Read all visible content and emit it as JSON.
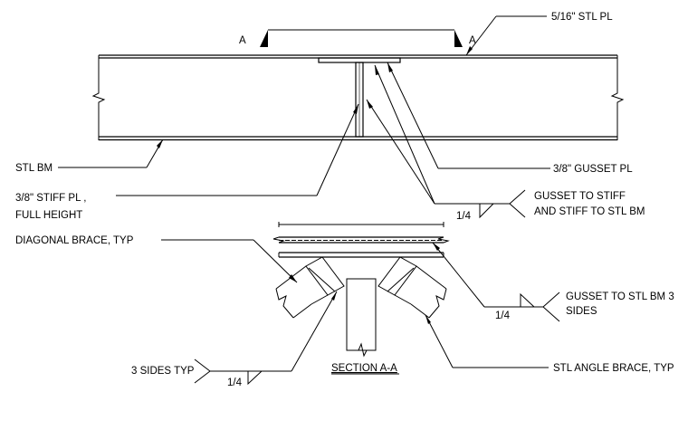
{
  "labels": {
    "section_mark_left": "A",
    "section_mark_right": "A",
    "plate": "5/16\" STL PL",
    "beam": "STL BM",
    "stiffener_line1": "3/8\" STIFF PL ,",
    "stiffener_line2": "FULL HEIGHT",
    "gusset": "3/8\" GUSSET PL",
    "weld1_size": "1/4",
    "weld1_note_line1": "GUSSET TO STIFF",
    "weld1_note_line2": "AND STIFF TO STL BM",
    "diagonal_brace": "DIAGONAL BRACE, TYP",
    "weld2_size": "1/4",
    "weld2_note_line1": "GUSSET TO STL BM 3",
    "weld2_note_line2": "SIDES",
    "weld3_note": "3 SIDES TYP",
    "weld3_size": "1/4",
    "angle_brace": "STL ANGLE BRACE, TYP",
    "section_title": "SECTION A-A"
  }
}
